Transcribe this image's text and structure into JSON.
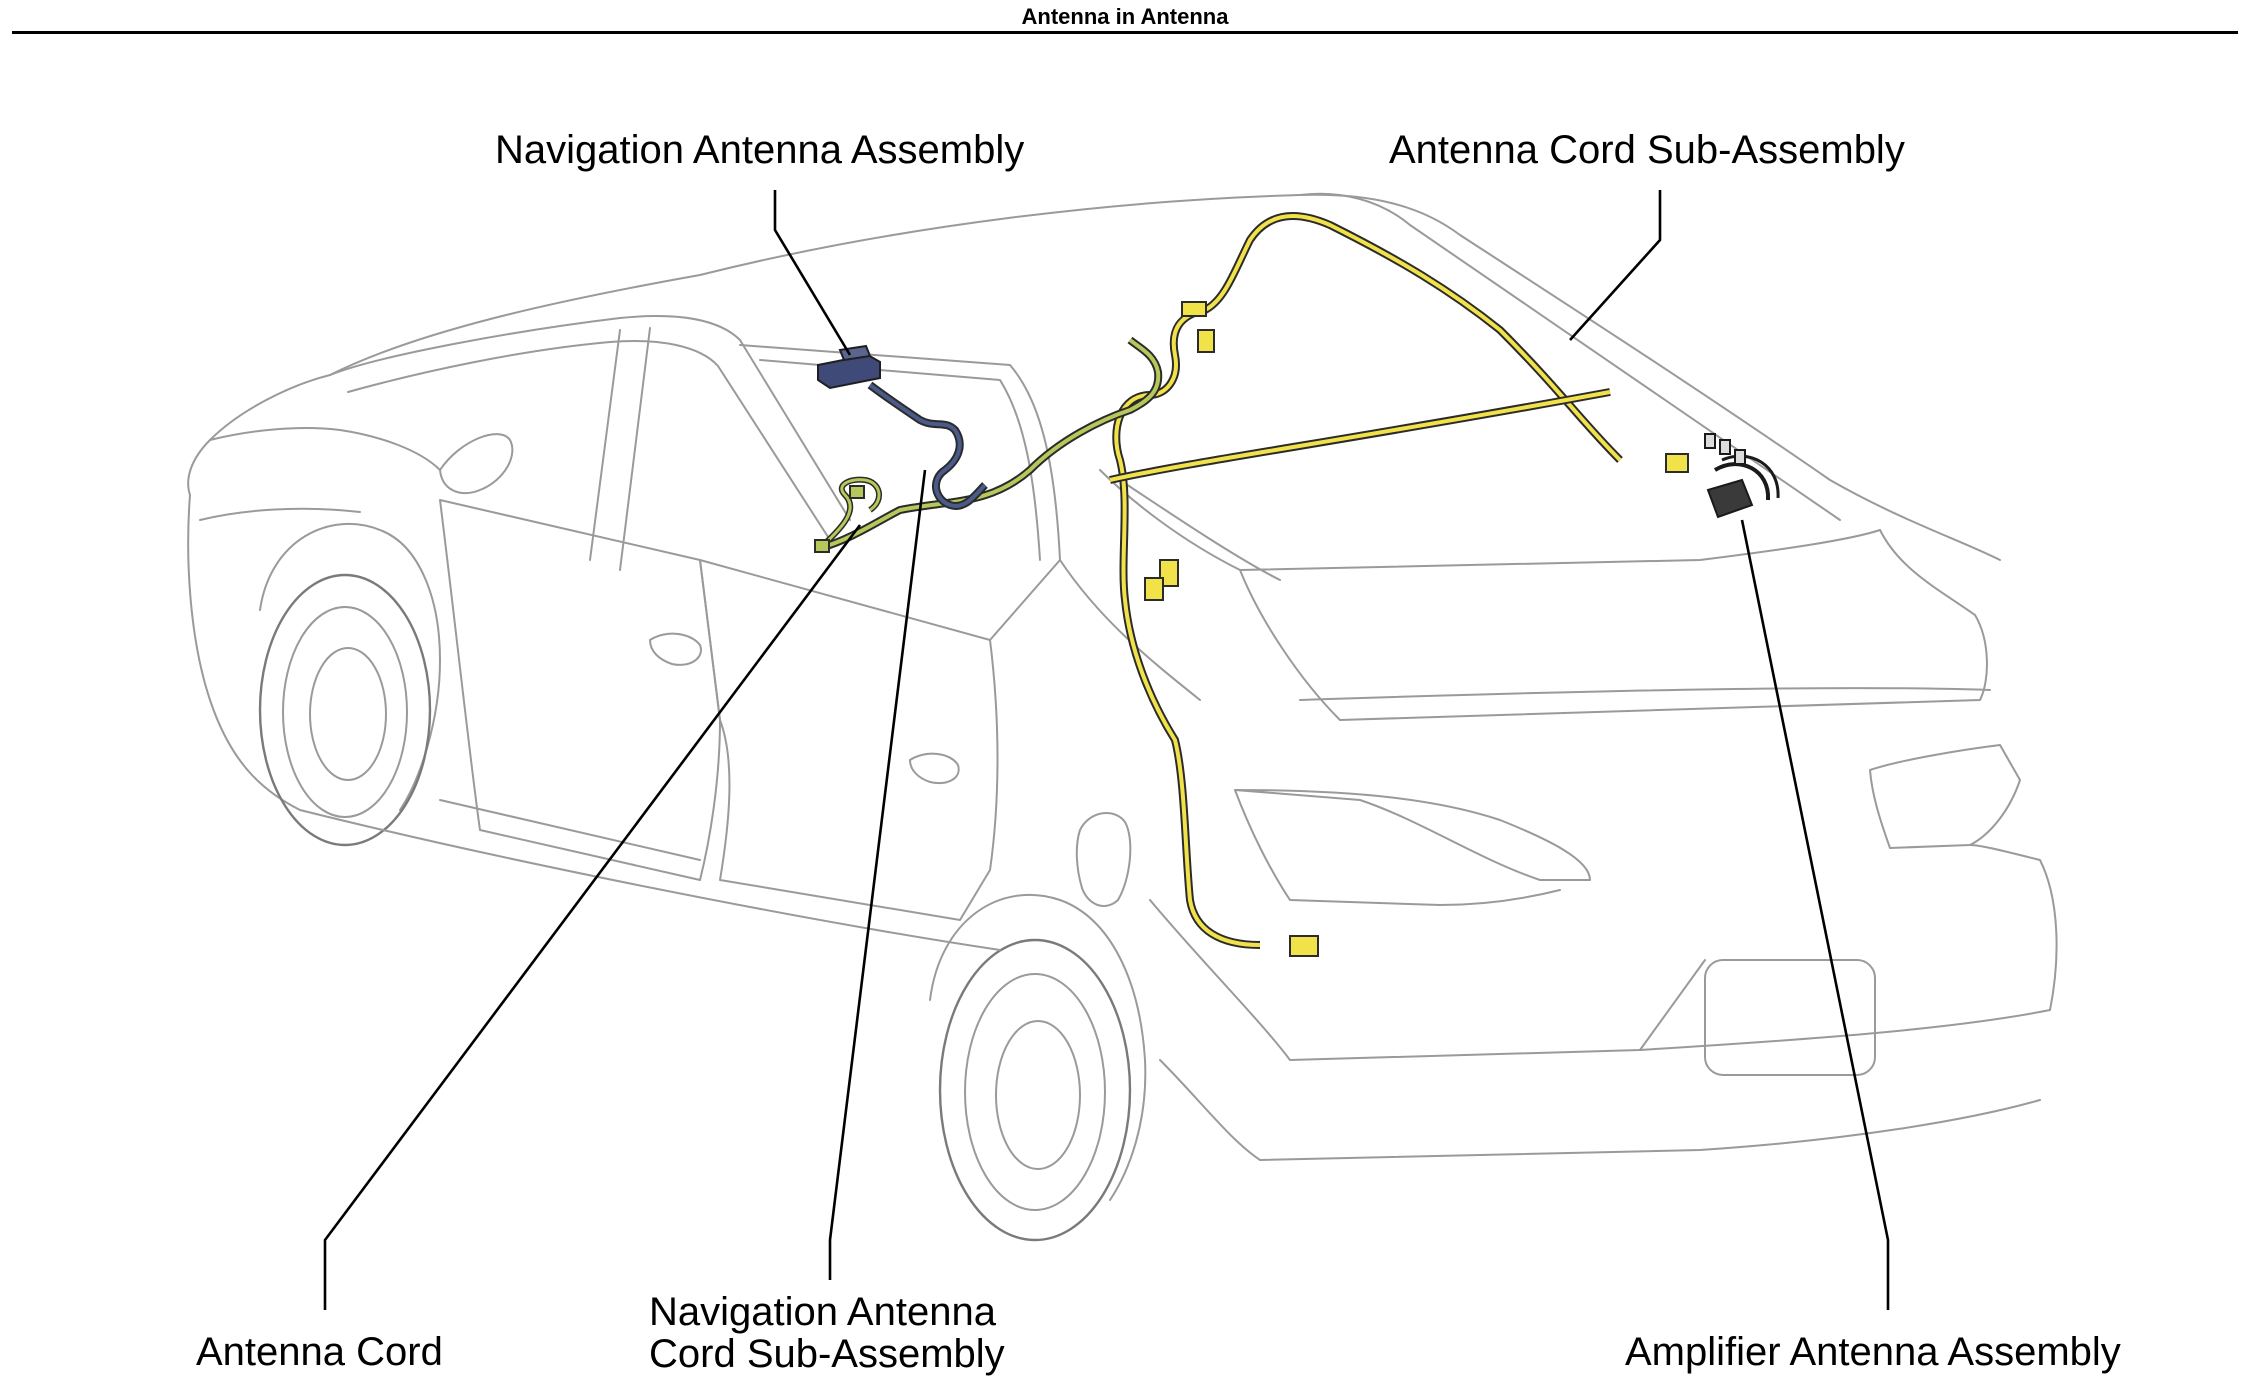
{
  "header": {
    "title": "Antenna in Antenna"
  },
  "labels": {
    "navigation_antenna_assembly": "Navigation Antenna Assembly",
    "antenna_cord_sub_assembly": "Antenna Cord Sub-Assembly",
    "antenna_cord": "Antenna Cord",
    "navigation_antenna_cord_sub_assembly_line1": "Navigation Antenna",
    "navigation_antenna_cord_sub_assembly_line2": "Cord Sub-Assembly",
    "amplifier_antenna_assembly": "Amplifier Antenna Assembly"
  },
  "colors": {
    "car_outline": "#9a9a9a",
    "cable_yellow": "#f2e24a",
    "cable_green": "#b7c85a",
    "cable_navy": "#4a5a8a",
    "cable_core": "#2b2b2b",
    "leader_line": "#000000"
  }
}
